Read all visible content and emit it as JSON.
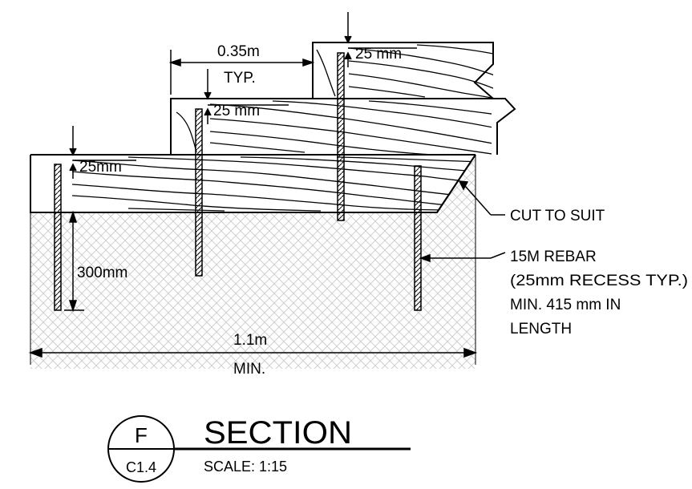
{
  "drawing": {
    "dims": {
      "tread_width": "0.35m",
      "tread_width_note": "TYP.",
      "recess_top": "25 mm",
      "recess_mid": "25 mm",
      "recess_bottom": "25mm",
      "embed_depth": "300mm",
      "total_length": "1.1m",
      "total_length_note": "MIN."
    },
    "notes": {
      "cut": "CUT TO SUIT",
      "rebar_line1": "15M REBAR",
      "rebar_line2": "(25mm RECESS TYP.)",
      "rebar_line3": "MIN. 415 mm IN",
      "rebar_line4": "LENGTH"
    },
    "title_block": {
      "title": "SECTION",
      "scale": "SCALE: 1:15",
      "detail_id": "F",
      "sheet_ref": "C1.4"
    }
  },
  "colors": {
    "ink": "#000000",
    "ground_hatch": "#cfcfcf",
    "background": "#ffffff"
  }
}
